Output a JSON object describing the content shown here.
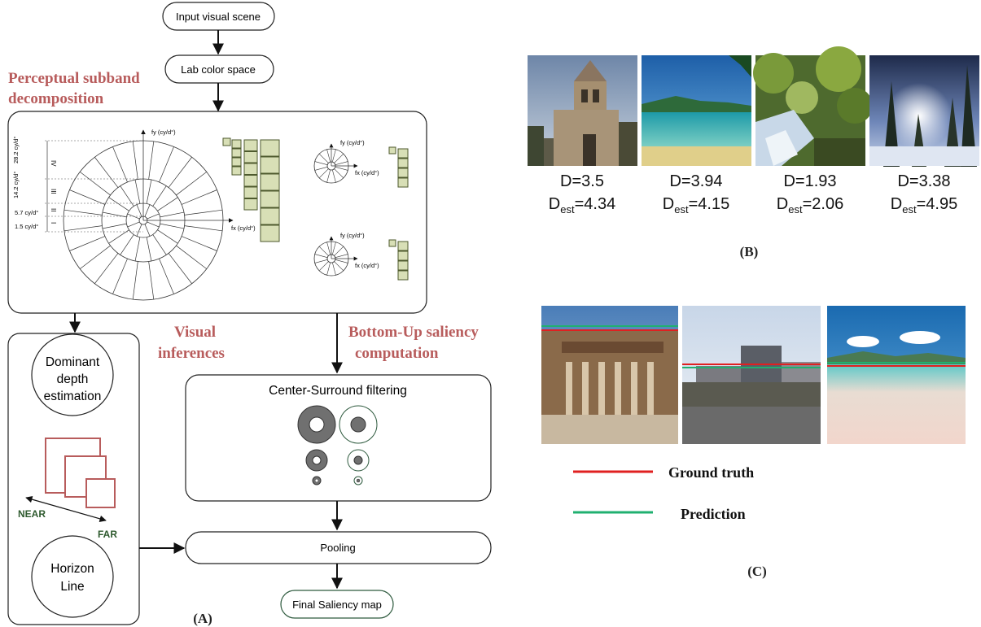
{
  "panel_a": {
    "label": "(A)",
    "nodes": {
      "input": "Input visual scene",
      "lab": "Lab color space",
      "center_surround": "Center-Surround filtering",
      "pooling": "Pooling",
      "final": "Final Saliency map",
      "dominant_depth": [
        "Dominant",
        "depth",
        "estimation"
      ],
      "horizon": [
        "Horizon",
        "Line"
      ]
    },
    "section_titles": {
      "perceptual": [
        "Perceptual subband",
        "decomposition"
      ],
      "visual": [
        "Visual",
        "inferences"
      ],
      "bottom_up": [
        "Bottom-Up saliency",
        "computation"
      ]
    },
    "subband": {
      "fy": "fy (cy/d°)",
      "fx": "fx (cy/d°)",
      "radii_labels": [
        "28.2 cy/d°",
        "14.2 cy/d°",
        "5.7 cy/d°",
        "1.5 cy/d°"
      ],
      "band_marks": [
        "IV",
        "III",
        "II",
        "I"
      ]
    },
    "depth_labels": {
      "near": "NEAR",
      "far": "FAR"
    }
  },
  "panel_b": {
    "label": "(B)",
    "images": [
      {
        "desc": "church",
        "d": "D=3.5",
        "dest_prefix": "D",
        "dest_sub": "est",
        "dest_val": "=4.34"
      },
      {
        "desc": "beach",
        "d": "D=3.94",
        "dest_prefix": "D",
        "dest_sub": "est",
        "dest_val": "=4.15"
      },
      {
        "desc": "stream",
        "d": "D=1.93",
        "dest_prefix": "D",
        "dest_sub": "est",
        "dest_val": "=2.06"
      },
      {
        "desc": "snow",
        "d": "D=3.38",
        "dest_prefix": "D",
        "dest_sub": "est",
        "dest_val": "=4.95"
      }
    ]
  },
  "panel_c": {
    "label": "(C)",
    "legend": [
      {
        "label": "Ground truth",
        "color": "#e02020"
      },
      {
        "label": "Prediction",
        "color": "#20b070"
      }
    ]
  },
  "colors": {
    "red_title": "#b85c5c",
    "band_green": "#d8dfb6",
    "band_green_stroke": "#4e5a2e",
    "depth_red": "#b85c5c",
    "near_far_green": "#2e5a2e",
    "center_gray": "#707070"
  }
}
